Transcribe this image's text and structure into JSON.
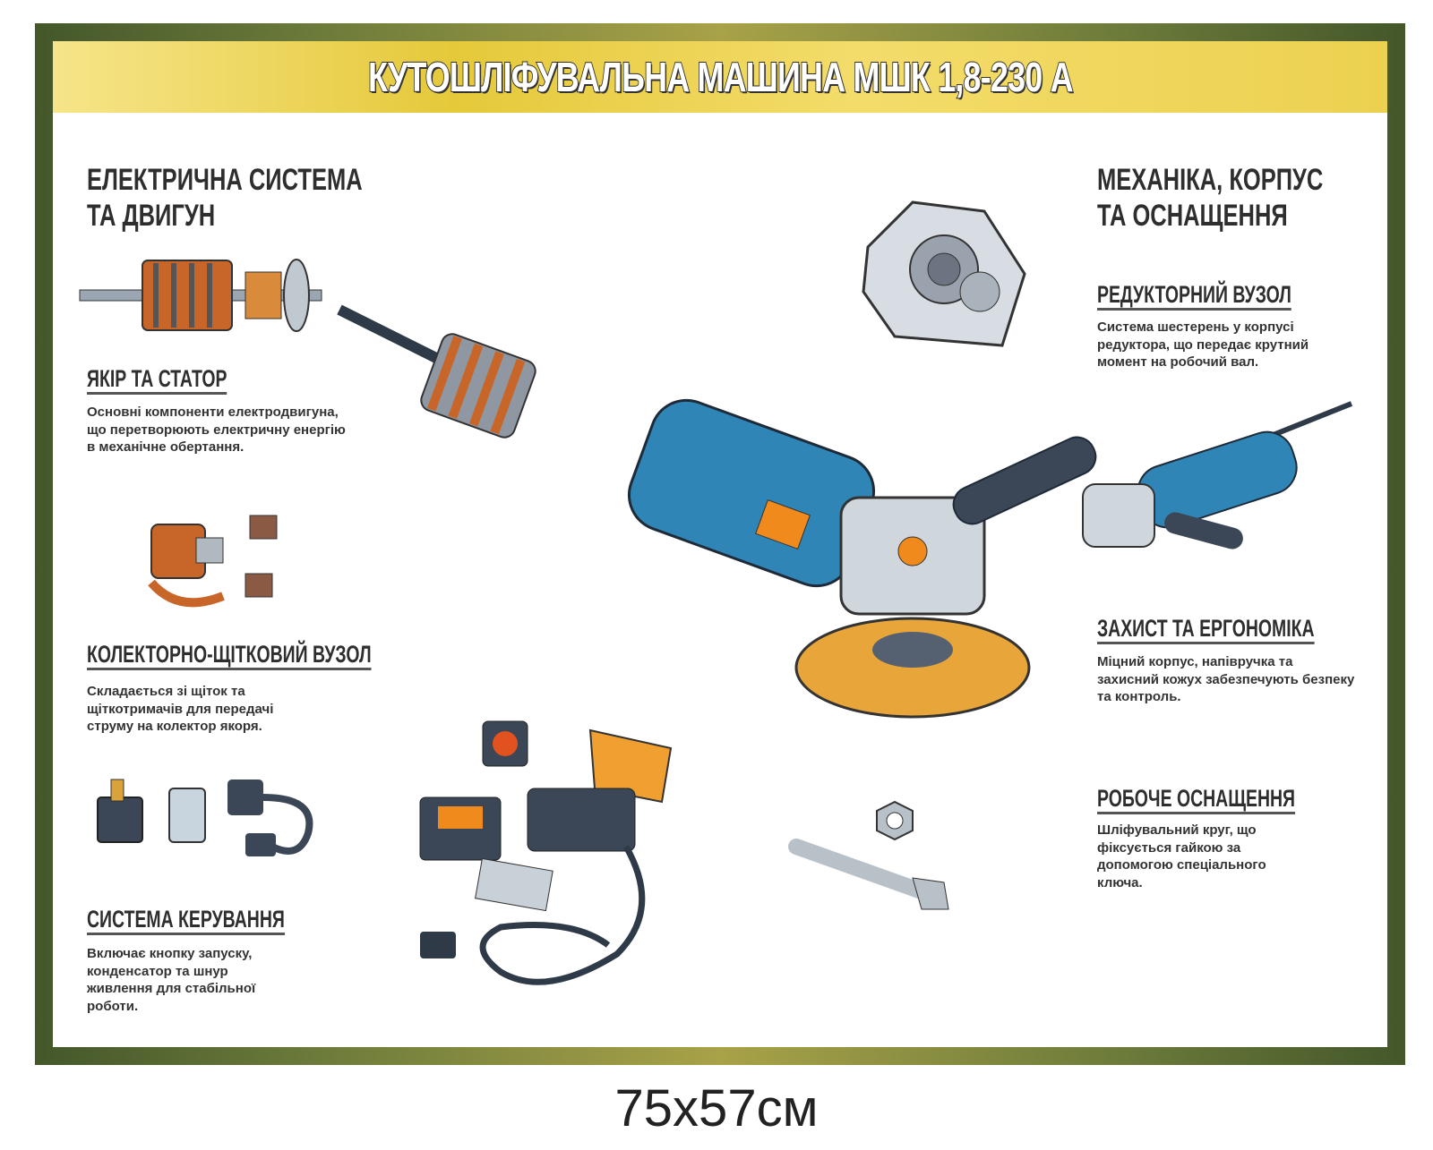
{
  "title": "КУТОШЛІФУВАЛЬНА МАШИНА МШК 1,8-230 А",
  "left_section": {
    "title_line1": "ЕЛЕКТРИЧНА СИСТЕМА",
    "title_line2": "ТА ДВИГУН"
  },
  "right_section": {
    "title_line1": "МЕХАНІКА, КОРПУС",
    "title_line2": "ТА ОСНАЩЕННЯ"
  },
  "blocks": [
    {
      "heading": "ЯКІР ТА СТАТОР",
      "text": "Основні компоненти електродвигуна, що перетворюють електричну енергію в механічне обертання."
    },
    {
      "heading": "КОЛЕКТОРНО-ЩІТКОВИЙ ВУЗОЛ",
      "text": "Складається зі щіток та щіткотримачів для передачі струму на колектор якоря."
    },
    {
      "heading": "СИСТЕМА КЕРУВАННЯ",
      "text": "Включає кнопку запуску, конденсатор та шнур живлення для стабільної роботи."
    },
    {
      "heading": "РЕДУКТОРНИЙ ВУЗОЛ",
      "text": "Система шестерень у корпусі редуктора, що передає крутний момент на робочий вал."
    },
    {
      "heading": "ЗАХИСТ ТА ЕРГОНОМІКА",
      "text": "Міцний корпус, напівручка та захисний кожух забезпечують безпеку та контроль."
    },
    {
      "heading": "РОБОЧЕ ОСНАЩЕННЯ",
      "text": "Шліфувальний круг, що фіксується гайкою за допомогою спеціального ключа."
    }
  ],
  "size_label": "75x57см",
  "colors": {
    "frame": "#4f6030",
    "banner": "#e9cf4a",
    "body_blue": "#2f86b6",
    "orange": "#f08a1c"
  }
}
